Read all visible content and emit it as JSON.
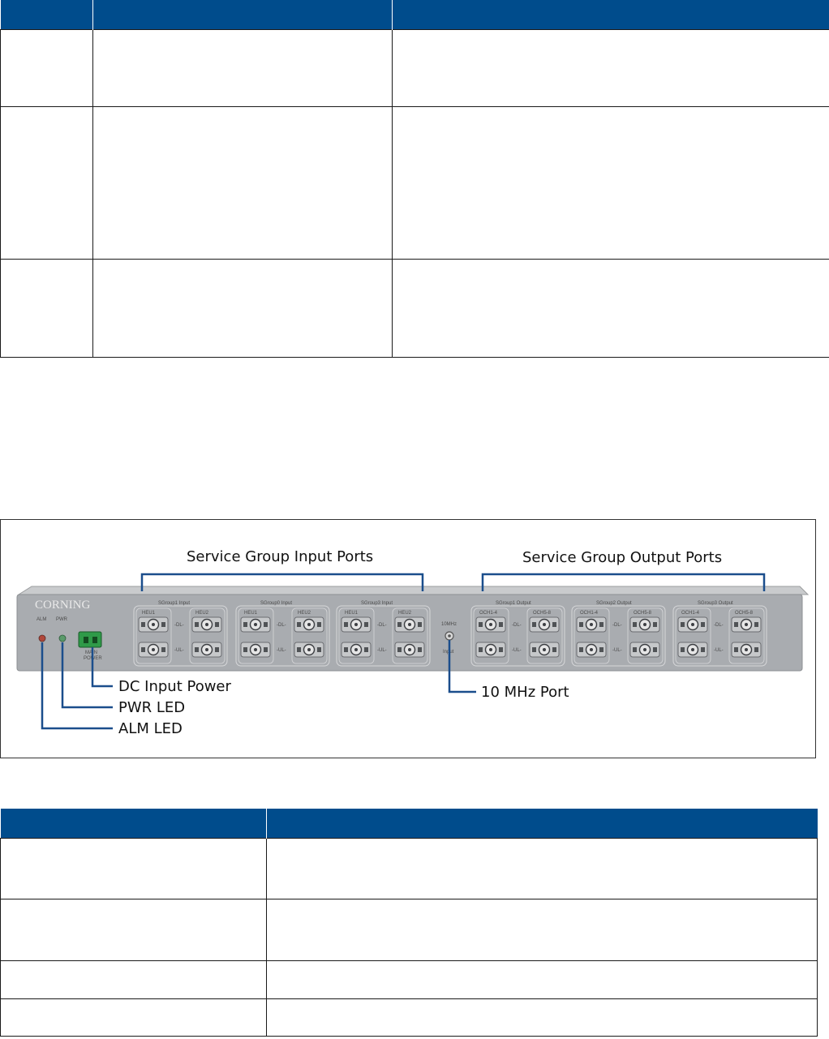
{
  "table1": {
    "headers": [
      "",
      "",
      ""
    ],
    "rows": [
      [
        "",
        "",
        ""
      ],
      [
        "",
        "",
        ""
      ],
      [
        "",
        "",
        ""
      ]
    ]
  },
  "figure": {
    "callouts": {
      "input_ports": "Service Group Input Ports",
      "output_ports": "Service Group Output Ports",
      "dc_power": "DC Input Power",
      "pwr_led": "PWR LED",
      "alm_led": "ALM LED",
      "mhz_port": "10 MHz Port"
    },
    "panel": {
      "brand": "CORNING",
      "alm": "ALM",
      "pwr": "PWR",
      "main_power": [
        "MAIN",
        "POWER"
      ],
      "mhz_top": "10MHz",
      "mhz_bottom": "Input",
      "dl": "DL",
      "ul": "UL",
      "groups": [
        {
          "title": "SGroup1 Input",
          "left": "HEU1",
          "right": "HEU2"
        },
        {
          "title": "SGroup0 Input",
          "left": "HEU1",
          "right": "HEU2"
        },
        {
          "title": "SGroup3 Input",
          "left": "HEU1",
          "right": "HEU2"
        },
        {
          "title": "SGroup1 Output",
          "left": "OCH1-4",
          "right": "OCH5-8"
        },
        {
          "title": "SGroup2 Output",
          "left": "OCH1-4",
          "right": "OCH5-8"
        },
        {
          "title": "SGroup3 Output",
          "left": "OCH1-4",
          "right": "OCH5-8"
        }
      ]
    },
    "colors": {
      "callout_line": "#1b4e8c",
      "panel": "#a9acb0",
      "header": "#004c8c",
      "alm_led": "#b0473a",
      "pwr_led": "#5a9a6a",
      "connector": "#2f9a48"
    }
  },
  "table2": {
    "headers": [
      "",
      ""
    ],
    "rows": [
      [
        "",
        ""
      ],
      [
        "",
        ""
      ],
      [
        "",
        ""
      ],
      [
        "",
        ""
      ]
    ]
  }
}
